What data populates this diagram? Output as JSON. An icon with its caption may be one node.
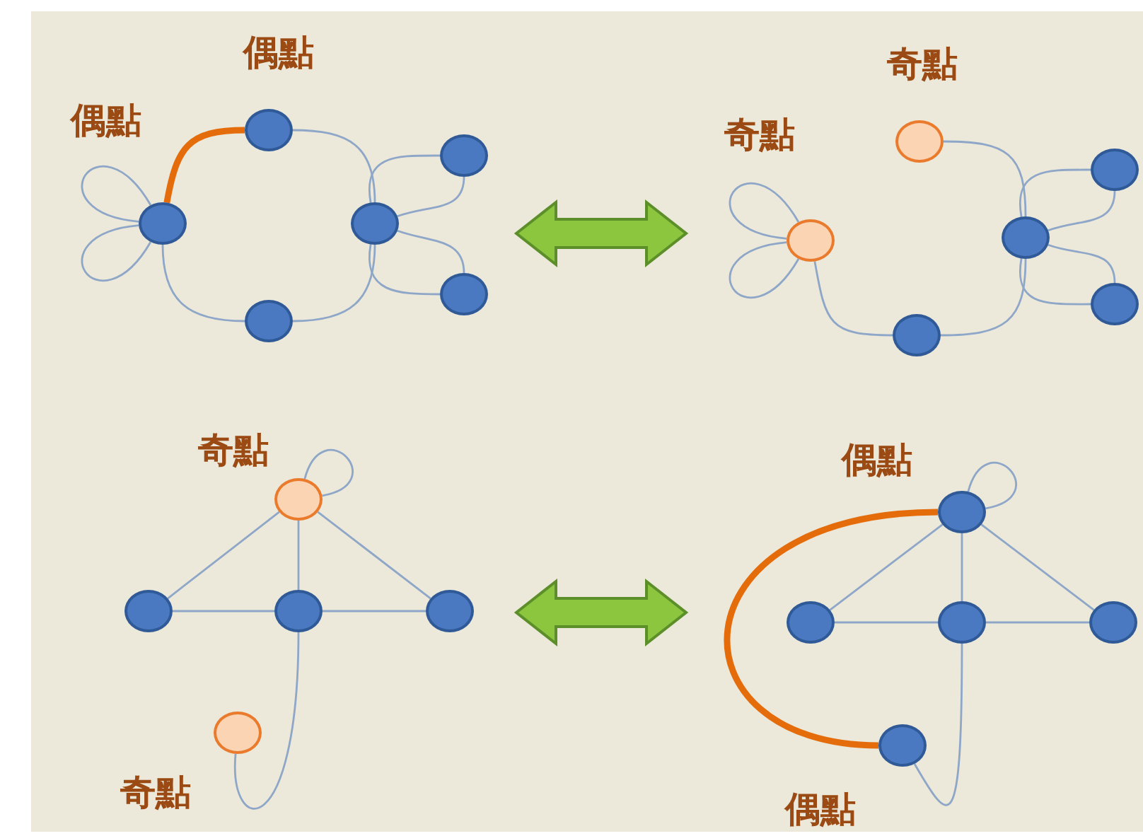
{
  "diagram": {
    "nodes": [
      {
        "text": [],
        "shape": "circle",
        "beside": [
          "偶點"
        ]
      },
      {
        "text": [],
        "shape": "circle",
        "beside": [
          "偶點"
        ]
      },
      {
        "text": [],
        "shape": "circle"
      },
      {
        "text": [],
        "shape": "circle"
      },
      {
        "text": [],
        "shape": "circle"
      },
      {
        "text": [],
        "shape": "circle"
      },
      {
        "text": [],
        "shape": "circle",
        "beside": [
          "奇點"
        ]
      },
      {
        "text": [],
        "shape": "circle",
        "beside": [
          "奇點"
        ]
      },
      {
        "text": [],
        "shape": "circle"
      },
      {
        "text": [],
        "shape": "circle"
      },
      {
        "text": [],
        "shape": "circle"
      },
      {
        "text": [],
        "shape": "circle"
      },
      {
        "text": [],
        "shape": "circle",
        "beside": [
          "奇點"
        ]
      },
      {
        "text": [],
        "shape": "circle"
      },
      {
        "text": [],
        "shape": "circle"
      },
      {
        "text": [],
        "shape": "circle"
      },
      {
        "text": [],
        "shape": "circle",
        "beside": [
          "奇點"
        ]
      },
      {
        "text": [],
        "shape": "circle",
        "beside": [
          "偶點"
        ]
      },
      {
        "text": [],
        "shape": "circle"
      },
      {
        "text": [],
        "shape": "circle"
      },
      {
        "text": [],
        "shape": "circle"
      },
      {
        "text": [],
        "shape": "circle",
        "beside": [
          "偶點"
        ]
      }
    ],
    "edges": [
      {
        "from": 1,
        "to": 0,
        "arrow": "none",
        "style": "thick",
        "color": "#e46c0a"
      },
      {
        "from": 0,
        "to": 2,
        "arrow": "none"
      },
      {
        "from": 2,
        "to": 5,
        "arrow": "none"
      },
      {
        "from": 5,
        "to": 1,
        "arrow": "none"
      },
      {
        "from": 1,
        "to": 1,
        "arrow": "none"
      },
      {
        "from": 1,
        "to": 1,
        "arrow": "none"
      },
      {
        "from": 2,
        "to": 3,
        "arrow": "none"
      },
      {
        "from": 2,
        "to": 3,
        "arrow": "none"
      },
      {
        "from": 2,
        "to": 4,
        "arrow": "none"
      },
      {
        "from": 2,
        "to": 4,
        "arrow": "none"
      },
      {
        "from": 6,
        "to": 8,
        "arrow": "none"
      },
      {
        "from": 8,
        "to": 11,
        "arrow": "none"
      },
      {
        "from": 11,
        "to": 7,
        "arrow": "none"
      },
      {
        "from": 7,
        "to": 7,
        "arrow": "none"
      },
      {
        "from": 7,
        "to": 7,
        "arrow": "none"
      },
      {
        "from": 8,
        "to": 9,
        "arrow": "none"
      },
      {
        "from": 8,
        "to": 9,
        "arrow": "none"
      },
      {
        "from": 8,
        "to": 10,
        "arrow": "none"
      },
      {
        "from": 8,
        "to": 10,
        "arrow": "none"
      },
      {
        "from": 12,
        "to": 12,
        "arrow": "none"
      },
      {
        "from": 12,
        "to": 13,
        "arrow": "none"
      },
      {
        "from": 12,
        "to": 14,
        "arrow": "none"
      },
      {
        "from": 12,
        "to": 15,
        "arrow": "none"
      },
      {
        "from": 13,
        "to": 14,
        "arrow": "none"
      },
      {
        "from": 14,
        "to": 15,
        "arrow": "none"
      },
      {
        "from": 14,
        "to": 16,
        "arrow": "none"
      },
      {
        "from": 17,
        "to": 17,
        "arrow": "none"
      },
      {
        "from": 17,
        "to": 18,
        "arrow": "none"
      },
      {
        "from": 17,
        "to": 19,
        "arrow": "none"
      },
      {
        "from": 17,
        "to": 20,
        "arrow": "none"
      },
      {
        "from": 18,
        "to": 19,
        "arrow": "none"
      },
      {
        "from": 19,
        "to": 20,
        "arrow": "none"
      },
      {
        "from": 19,
        "to": 21,
        "arrow": "none"
      },
      {
        "from": 17,
        "to": 21,
        "arrow": "none",
        "style": "thick",
        "color": "#e46c0a"
      }
    ]
  }
}
